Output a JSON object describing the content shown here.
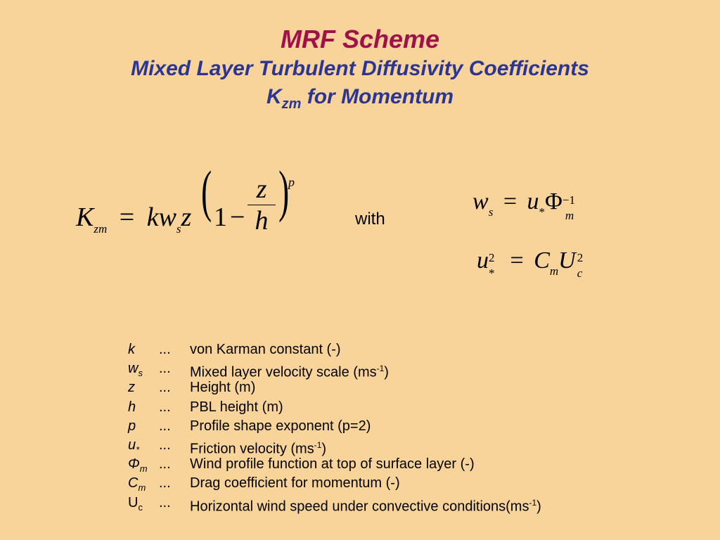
{
  "title": {
    "line1": "MRF Scheme",
    "line2": "Mixed Layer Turbulent Diffusivity Coefficients",
    "line3_symbol": "K",
    "line3_subscript": "zm",
    "line3_rest": " for Momentum"
  },
  "equation_main": {
    "K": "K",
    "K_sub": "zm",
    "eq": "=",
    "kw": "kw",
    "w_sub": "s",
    "z": "z",
    "one": "1",
    "minus": "−",
    "num": "z",
    "den": "h",
    "exp": "p",
    "lparen": "(",
    "rparen": ")"
  },
  "with_label": "with",
  "equation_ws": {
    "w": "w",
    "w_sub": "s",
    "eq": "=",
    "u": "u",
    "u_sub": "*",
    "Phi": "Φ",
    "Phi_sub": "m",
    "Phi_sup": "−1"
  },
  "equation_ustar": {
    "u": "u",
    "u_sub": "*",
    "u_sup": "2",
    "eq": "=",
    "C": "C",
    "C_sub": "m",
    "U": "U",
    "U_sub": "c",
    "U_sup": "2"
  },
  "legend": {
    "dots": "...",
    "rows": [
      {
        "sym": "k",
        "sub": "",
        "desc": "von Karman constant (-)",
        "sup": "",
        "after": ""
      },
      {
        "sym": "w",
        "sub": "s",
        "desc": "Mixed layer velocity scale (ms",
        "sup": "-1",
        "after": ")"
      },
      {
        "sym": "z",
        "sub": "",
        "desc": "Height (m)",
        "sup": "",
        "after": ""
      },
      {
        "sym": "h",
        "sub": "",
        "desc": "PBL height (m)",
        "sup": "",
        "after": ""
      },
      {
        "sym": "p",
        "sub": "",
        "desc": "Profile shape exponent (p=2)",
        "sup": "",
        "after": ""
      },
      {
        "sym": "u",
        "sub": "*",
        "desc": "Friction velocity (ms",
        "sup": "-1",
        "after": ")"
      },
      {
        "sym": "Φ",
        "sub": "m",
        "desc": "Wind profile function at top of surface layer (-)",
        "sup": "",
        "after": ""
      },
      {
        "sym": "C",
        "sub": "m",
        "desc": "Drag coefficient for momentum (-)",
        "sup": "",
        "after": ""
      },
      {
        "sym": "U",
        "sub": "c",
        "desc": "Horizontal wind speed under convective conditions(ms",
        "sup": "-1",
        "after": ")"
      }
    ]
  }
}
